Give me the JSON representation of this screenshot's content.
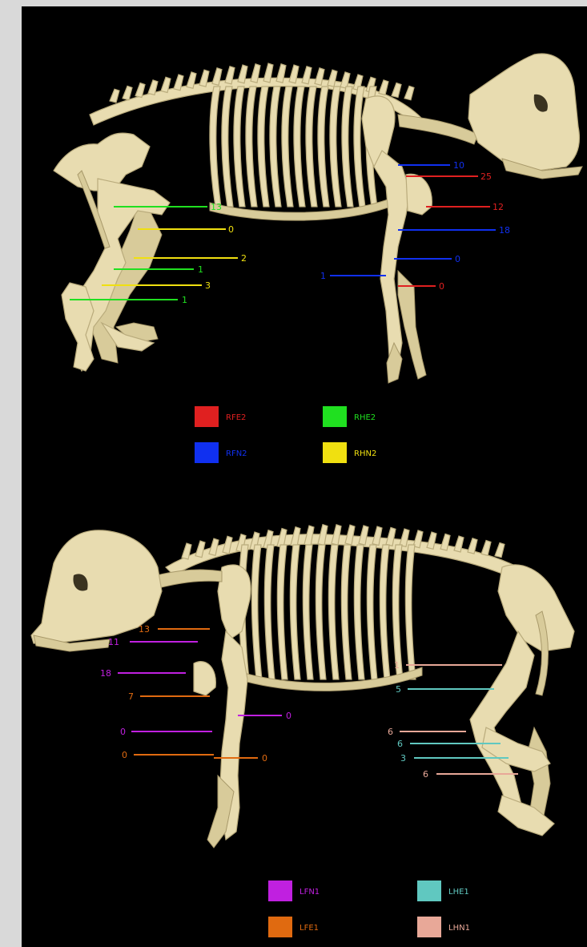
{
  "colors": {
    "RFE2": "#e02020",
    "RFN2": "#1030f0",
    "RHE2": "#20e020",
    "RHN2": "#f0e010",
    "LFN1": "#c020e0",
    "LFE1": "#e06a10",
    "LHE1": "#60c8c0",
    "LHN1": "#e8a898",
    "bone": "#e8dcb0"
  },
  "top_panel": {
    "labels": [
      {
        "series": "RHE2",
        "text": "13"
      },
      {
        "series": "RHN2",
        "text": "0"
      },
      {
        "series": "RHN2",
        "text": "2"
      },
      {
        "series": "RHE2",
        "text": "1"
      },
      {
        "series": "RHN2",
        "text": "3"
      },
      {
        "series": "RHE2",
        "text": "1"
      },
      {
        "series": "RFN2",
        "text": "10"
      },
      {
        "series": "RFE2",
        "text": "25"
      },
      {
        "series": "RFE2",
        "text": "12"
      },
      {
        "series": "RFN2",
        "text": "18"
      },
      {
        "series": "RFN2",
        "text": "0"
      },
      {
        "series": "RFN2",
        "text": "1"
      },
      {
        "series": "RFE2",
        "text": "0"
      }
    ],
    "legend": [
      {
        "key": "RFE2",
        "label": "RFE2"
      },
      {
        "key": "RHE2",
        "label": "RHE2"
      },
      {
        "key": "RFN2",
        "label": "RFN2"
      },
      {
        "key": "RHN2",
        "label": "RHN2"
      }
    ]
  },
  "bottom_panel": {
    "labels": [
      {
        "series": "LFE1",
        "text": "13"
      },
      {
        "series": "LFN1",
        "text": "11"
      },
      {
        "series": "LFN1",
        "text": "18"
      },
      {
        "series": "LFE1",
        "text": "7"
      },
      {
        "series": "LFN1",
        "text": "0"
      },
      {
        "series": "LFN1",
        "text": "0"
      },
      {
        "series": "LFE1",
        "text": "0"
      },
      {
        "series": "LFE1",
        "text": "0"
      },
      {
        "series": "LHN1",
        "text": "1"
      },
      {
        "series": "LHE1",
        "text": "5"
      },
      {
        "series": "LHN1",
        "text": "6"
      },
      {
        "series": "LHE1",
        "text": "6"
      },
      {
        "series": "LHE1",
        "text": "3"
      },
      {
        "series": "LHN1",
        "text": "6"
      }
    ],
    "legend": [
      {
        "key": "LFN1",
        "label": "LFN1"
      },
      {
        "key": "LHE1",
        "label": "LHE1"
      },
      {
        "key": "LFE1",
        "label": "LFE1"
      },
      {
        "key": "LHN1",
        "label": "LHN1"
      }
    ]
  }
}
